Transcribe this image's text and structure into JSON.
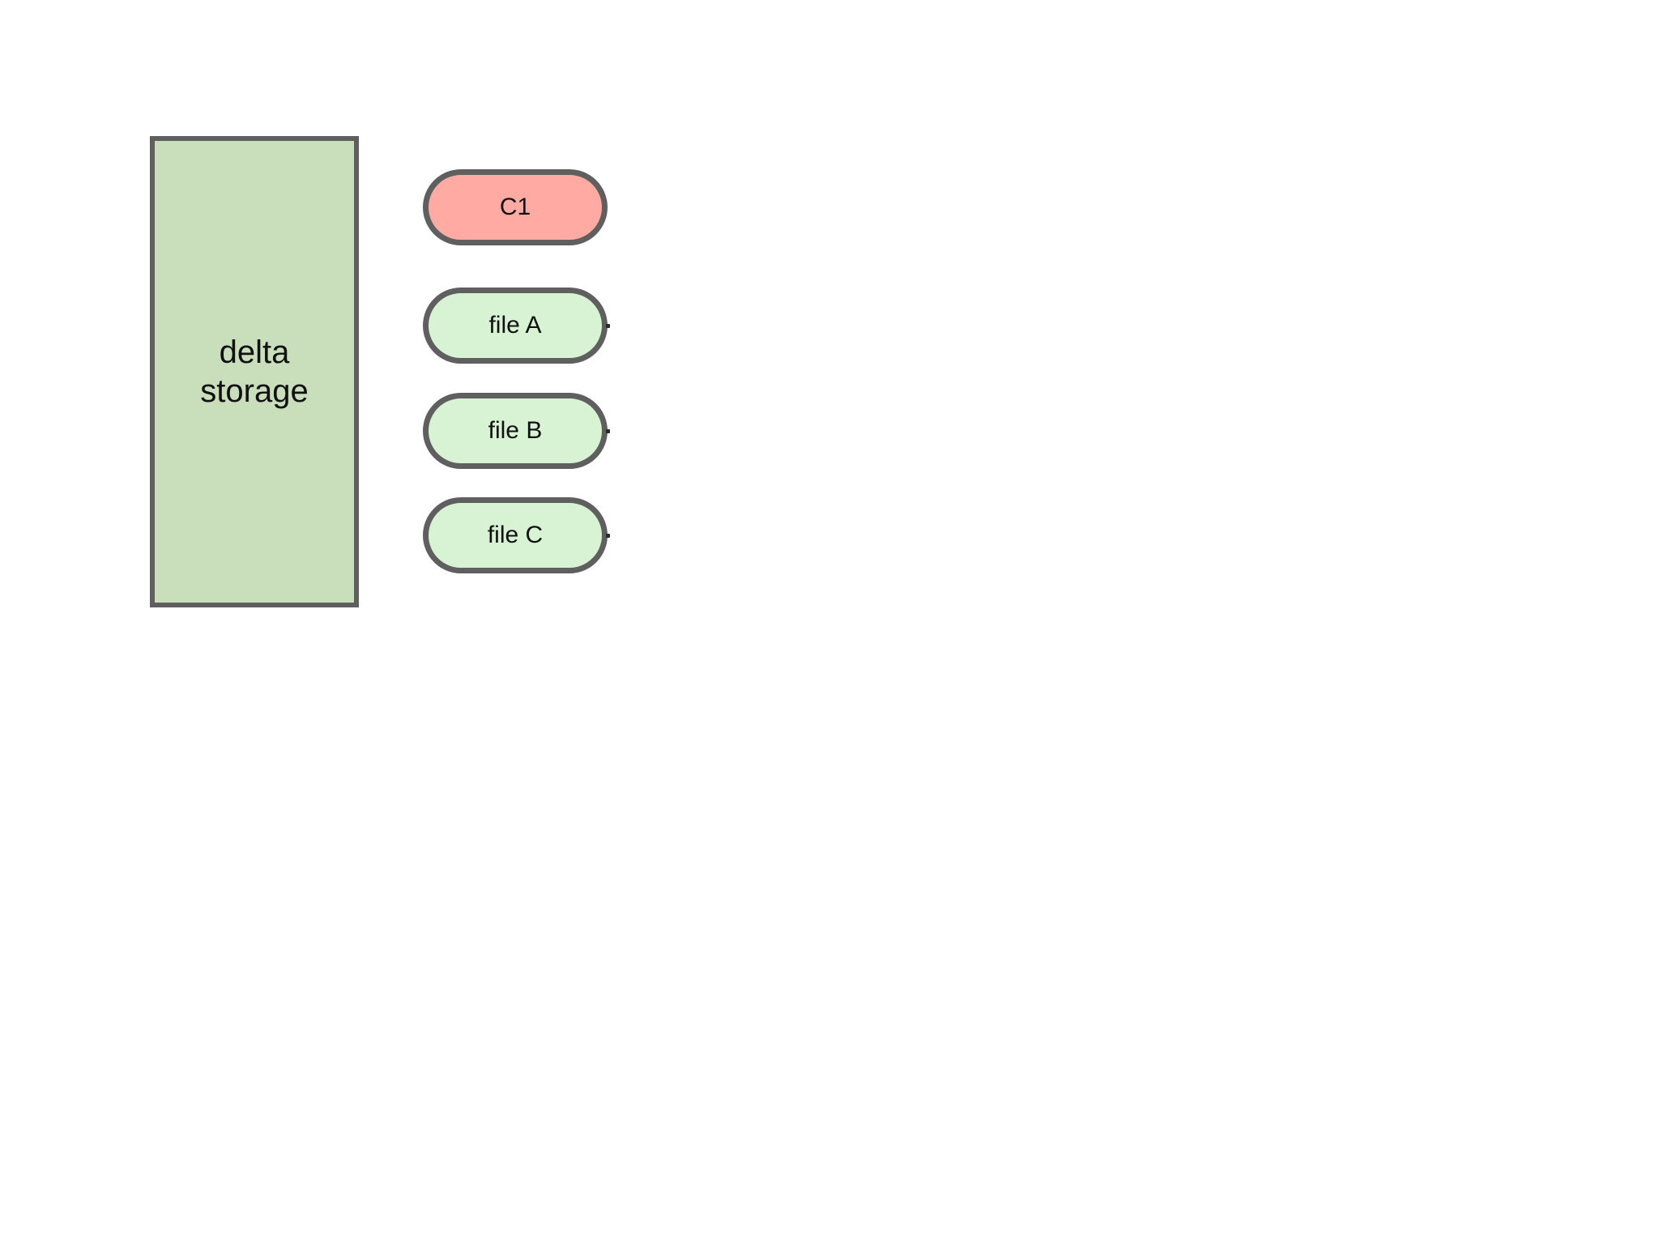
{
  "canvas": {
    "background": "#ffffff"
  },
  "storage_box": {
    "label": "delta\nstorage",
    "fill": "#c9debb",
    "border_color": "#5f5f5f",
    "text_color": "#111111"
  },
  "nodes": [
    {
      "id": "C1",
      "label": "C1",
      "fill": "#ffaba3",
      "border_color": "#5f5f5f",
      "edge_stub": false
    },
    {
      "id": "fileA",
      "label": "file A",
      "fill": "#d7f3d4",
      "border_color": "#5f5f5f",
      "edge_stub": true
    },
    {
      "id": "fileB",
      "label": "file B",
      "fill": "#d7f3d4",
      "border_color": "#5f5f5f",
      "edge_stub": true
    },
    {
      "id": "fileC",
      "label": "file C",
      "fill": "#d7f3d4",
      "border_color": "#5f5f5f",
      "edge_stub": true
    }
  ],
  "edge_stub_color": "#2a2a2a"
}
